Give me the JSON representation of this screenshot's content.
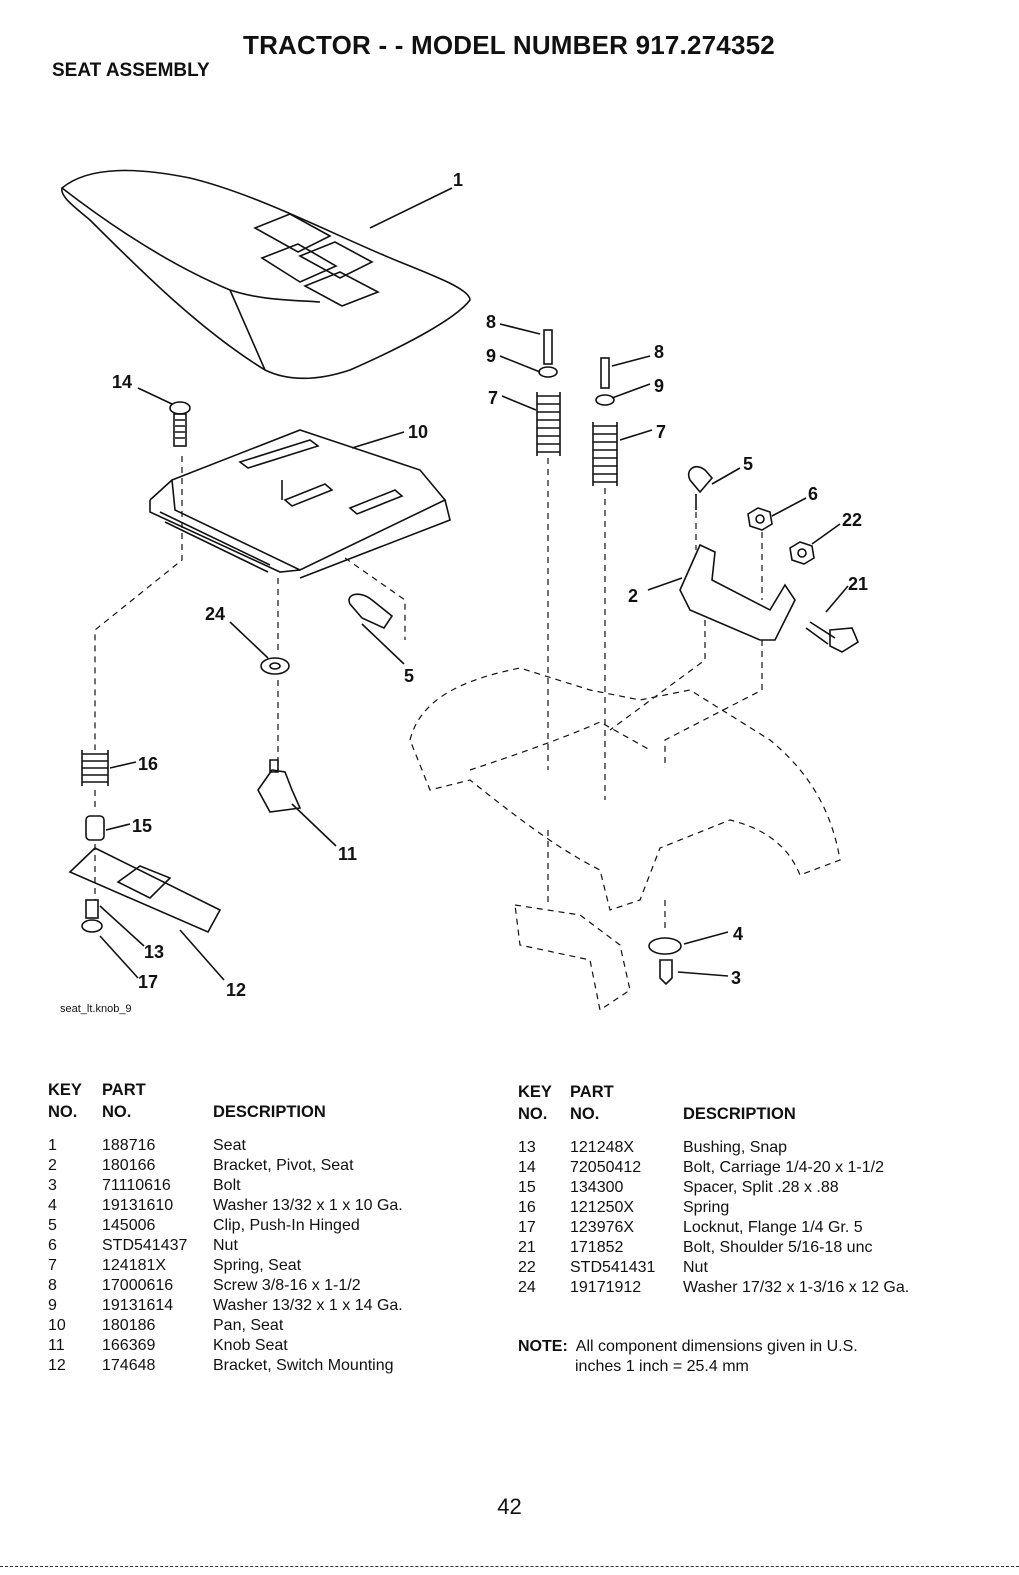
{
  "header": {
    "title": "TRACTOR - - MODEL NUMBER  917.274352",
    "section": "SEAT ASSEMBLY"
  },
  "diagram": {
    "ref_code": "seat_lt.knob_9",
    "callouts": [
      "1",
      "14",
      "10",
      "8",
      "9",
      "7",
      "8",
      "9",
      "7",
      "5",
      "6",
      "22",
      "21",
      "2",
      "24",
      "5",
      "16",
      "15",
      "11",
      "13",
      "17",
      "12",
      "4",
      "3"
    ]
  },
  "parts_table": {
    "headers": {
      "key_line1": "KEY",
      "key_line2": "NO.",
      "part_line1": "PART",
      "part_line2": "NO.",
      "description": "DESCRIPTION"
    },
    "left_rows": [
      {
        "key": "1",
        "part": "188716",
        "desc": "Seat"
      },
      {
        "key": "2",
        "part": "180166",
        "desc": "Bracket, Pivot, Seat"
      },
      {
        "key": "3",
        "part": "71110616",
        "desc": "Bolt"
      },
      {
        "key": "4",
        "part": "19131610",
        "desc": "Washer  13/32 x 1 x 10 Ga."
      },
      {
        "key": "5",
        "part": "145006",
        "desc": "Clip, Push-In  Hinged"
      },
      {
        "key": "6",
        "part": "STD541437",
        "desc": "Nut"
      },
      {
        "key": "7",
        "part": "124181X",
        "desc": "Spring, Seat"
      },
      {
        "key": "8",
        "part": "17000616",
        "desc": "Screw  3/8-16 x 1-1/2"
      },
      {
        "key": "9",
        "part": "19131614",
        "desc": "Washer  13/32 x 1 x 14 Ga."
      },
      {
        "key": "10",
        "part": "180186",
        "desc": "Pan, Seat"
      },
      {
        "key": "11",
        "part": "166369",
        "desc": "Knob Seat"
      },
      {
        "key": "12",
        "part": "174648",
        "desc": "Bracket, Switch Mounting"
      }
    ],
    "right_rows": [
      {
        "key": "13",
        "part": "121248X",
        "desc": "Bushing, Snap"
      },
      {
        "key": "14",
        "part": "72050412",
        "desc": "Bolt, Carriage  1/4-20 x 1-1/2"
      },
      {
        "key": "15",
        "part": "134300",
        "desc": "Spacer, Split .28 x .88"
      },
      {
        "key": "16",
        "part": "121250X",
        "desc": "Spring"
      },
      {
        "key": "17",
        "part": "123976X",
        "desc": "Locknut, Flange  1/4 Gr. 5"
      },
      {
        "key": "21",
        "part": "171852",
        "desc": "Bolt, Shoulder  5/16-18 unc"
      },
      {
        "key": "22",
        "part": "STD541431",
        "desc": "Nut"
      },
      {
        "key": "24",
        "part": "19171912",
        "desc": "Washer  17/32 x 1-3/16 x 12 Ga."
      }
    ]
  },
  "note": {
    "label": "NOTE:",
    "line1": "All component dimensions given in U.S.",
    "line2": "inches 1 inch = 25.4 mm"
  },
  "page_number": "42"
}
